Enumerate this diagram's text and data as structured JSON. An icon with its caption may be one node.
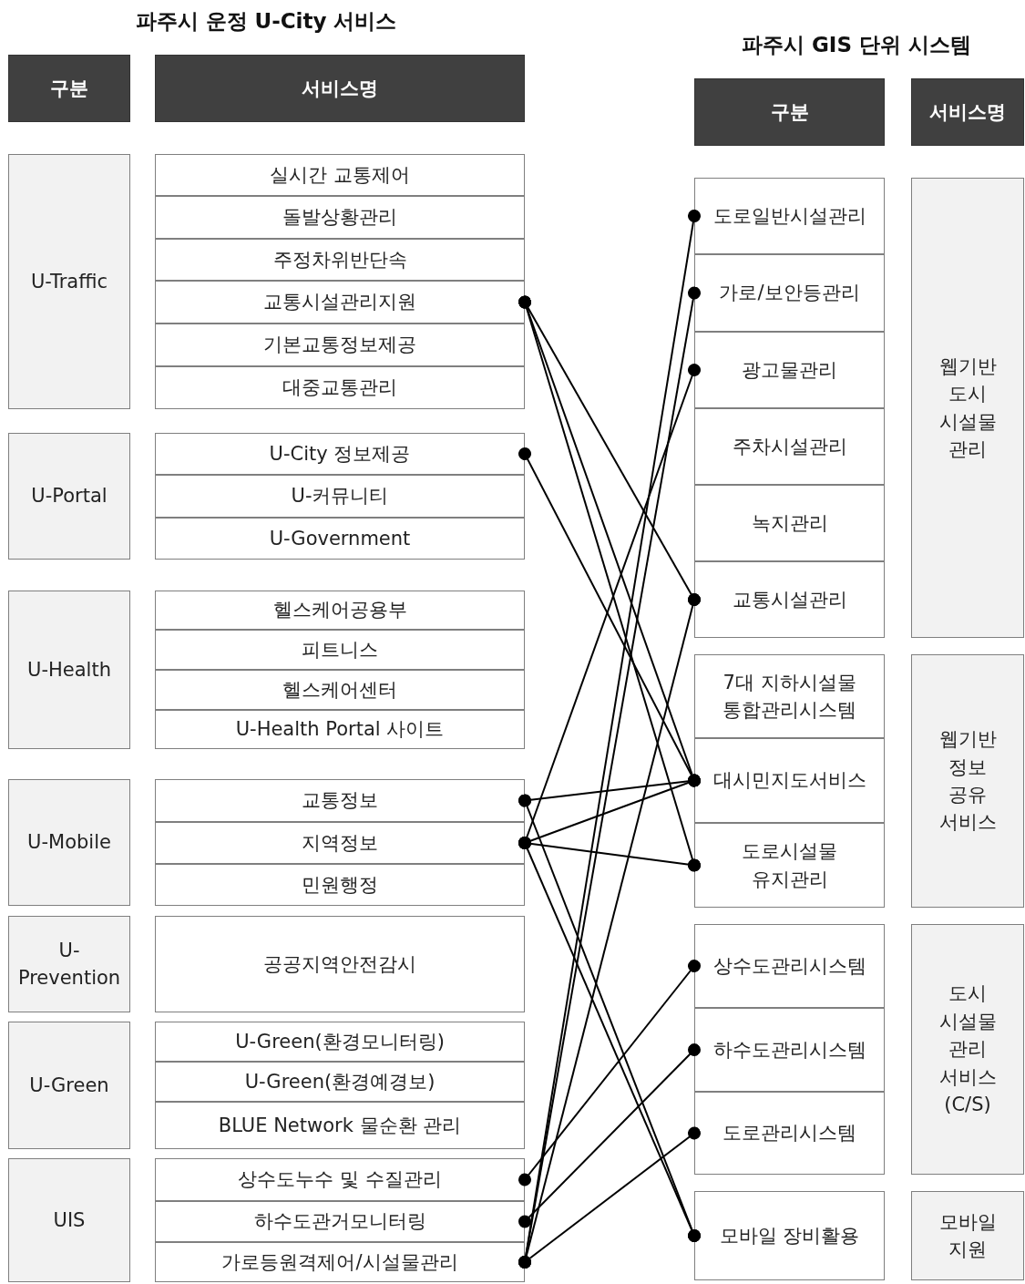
{
  "diagram": {
    "nodes": [
      {
        "text": [
          "구분"
        ]
      },
      {
        "text": [
          "서비스명"
        ]
      },
      {
        "text": [
          "U-Traffic"
        ]
      },
      {
        "text": [
          "실시간 교통제어"
        ]
      },
      {
        "text": [
          "돌발상황관리"
        ]
      },
      {
        "text": [
          "주정차위반단속"
        ]
      },
      {
        "text": [
          "교통시설관리지원"
        ]
      },
      {
        "text": [
          "기본교통정보제공"
        ]
      },
      {
        "text": [
          "대중교통관리"
        ]
      },
      {
        "text": [
          "U-Portal"
        ]
      },
      {
        "text": [
          "U-City 정보제공"
        ]
      },
      {
        "text": [
          "U-커뮤니티"
        ]
      },
      {
        "text": [
          "U-Government"
        ]
      },
      {
        "text": [
          "U-Health"
        ]
      },
      {
        "text": [
          "헬스케어공용부"
        ]
      },
      {
        "text": [
          "피트니스"
        ]
      },
      {
        "text": [
          "헬스케어센터"
        ]
      },
      {
        "text": [
          "U-Health Portal 사이트"
        ]
      },
      {
        "text": [
          "U-Mobile"
        ]
      },
      {
        "text": [
          "교통정보"
        ]
      },
      {
        "text": [
          "지역정보"
        ]
      },
      {
        "text": [
          "민원행정"
        ]
      },
      {
        "text": [
          "U-Prevention"
        ]
      },
      {
        "text": [
          "공공지역안전감시"
        ]
      },
      {
        "text": [
          "U-Green"
        ]
      },
      {
        "text": [
          "U-Green(환경모니터링)"
        ]
      },
      {
        "text": [
          "U-Green(환경예경보)"
        ]
      },
      {
        "text": [
          "BLUE Network 물순환 관리"
        ]
      },
      {
        "text": [
          "UIS"
        ]
      },
      {
        "text": [
          "상수도누수 및 수질관리"
        ]
      },
      {
        "text": [
          "하수도관거모니터링"
        ]
      },
      {
        "text": [
          "가로등원격제어/시설물관리"
        ]
      },
      {
        "text": [
          "구분"
        ]
      },
      {
        "text": [
          "서비스명"
        ]
      },
      {
        "text": [
          "도로일반시설관리"
        ]
      },
      {
        "text": [
          "가로/보안등관리"
        ]
      },
      {
        "text": [
          "광고물관리"
        ]
      },
      {
        "text": [
          "주차시설관리"
        ]
      },
      {
        "text": [
          "녹지관리"
        ]
      },
      {
        "text": [
          "교통시설관리"
        ]
      },
      {
        "text": [
          "웹기반 도시 시설물 관리"
        ]
      },
      {
        "text": [
          "7대 지하시설물 통합관리시스템"
        ]
      },
      {
        "text": [
          "대시민지도서비스"
        ]
      },
      {
        "text": [
          "도로시설물 유지관리"
        ]
      },
      {
        "text": [
          "웹기반 정보 공유 서비스"
        ]
      },
      {
        "text": [
          "상수도관리시스템"
        ]
      },
      {
        "text": [
          "하수도관리시스템"
        ]
      },
      {
        "text": [
          "도로관리시스템"
        ]
      },
      {
        "text": [
          "도시 시설물 관리 서비스 (C/S)"
        ]
      },
      {
        "text": [
          "모바일 장비활용"
        ]
      },
      {
        "text": [
          "모바일 지원"
        ]
      }
    ],
    "edges": [
      {
        "from": 6,
        "to": 39,
        "arrow": "other"
      },
      {
        "from": 6,
        "to": 42,
        "arrow": "other"
      },
      {
        "from": 6,
        "to": 43,
        "arrow": "other"
      },
      {
        "from": 10,
        "to": 42,
        "arrow": "other"
      },
      {
        "from": 19,
        "to": 42,
        "arrow": "other"
      },
      {
        "from": 19,
        "to": 49,
        "arrow": "other"
      },
      {
        "from": 20,
        "to": 36,
        "arrow": "other"
      },
      {
        "from": 20,
        "to": 42,
        "arrow": "other"
      },
      {
        "from": 20,
        "to": 43,
        "arrow": "other"
      },
      {
        "from": 20,
        "to": 49,
        "arrow": "other"
      },
      {
        "from": 29,
        "to": 45,
        "arrow": "other"
      },
      {
        "from": 30,
        "to": 46,
        "arrow": "other"
      },
      {
        "from": 31,
        "to": 34,
        "arrow": "other"
      },
      {
        "from": 31,
        "to": 35,
        "arrow": "other"
      },
      {
        "from": 31,
        "to": 39,
        "arrow": "other"
      },
      {
        "from": 31,
        "to": 47,
        "arrow": "other"
      }
    ],
    "labels": [
      "파주시 운정 U-City 서비스",
      "파주시 GIS 단위 시스템"
    ]
  }
}
